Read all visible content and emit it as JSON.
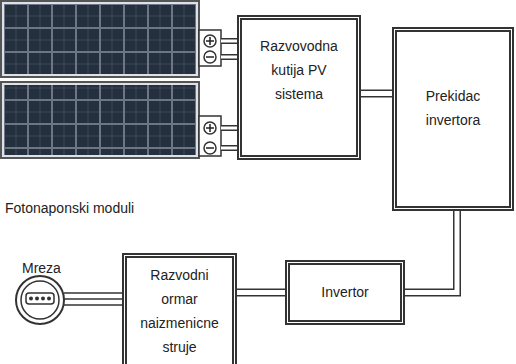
{
  "diagram": {
    "nodes": [
      {
        "text": [
          "Razvovodna kutija PV sistema"
        ]
      },
      {
        "text": [
          "Prekidac invertora"
        ]
      },
      {
        "text": [
          "Razvodni ormar naizmenicne struje"
        ]
      },
      {
        "text": [
          "Invertor"
        ]
      }
    ],
    "edges": [
      {
        "from": 0,
        "to": 1,
        "arrow": "none"
      },
      {
        "from": 1,
        "to": 3,
        "arrow": "none"
      },
      {
        "from": 3,
        "to": 2,
        "arrow": "none"
      }
    ],
    "labels": [
      "Fotonaponski moduli",
      "Mreza"
    ]
  }
}
